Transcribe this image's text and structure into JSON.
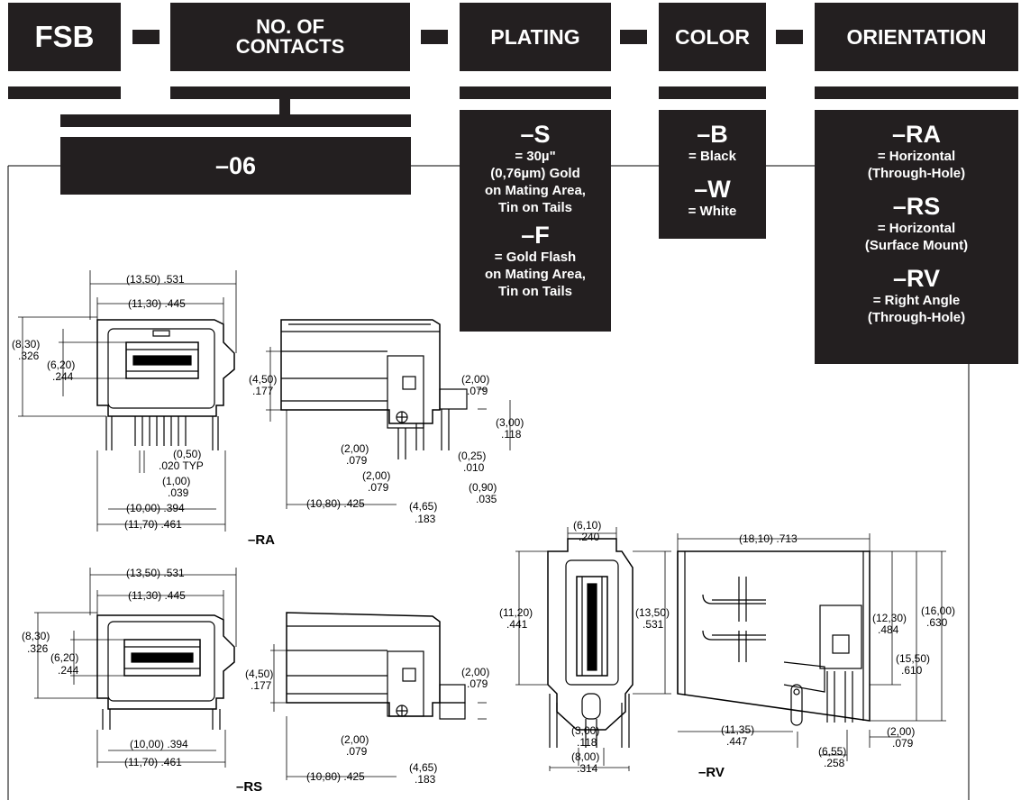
{
  "header": {
    "fsb": "FSB",
    "contacts_line1": "NO. OF",
    "contacts_line2": "CONTACTS",
    "plating": "PLATING",
    "color": "COLOR",
    "orientation": "ORIENTATION"
  },
  "contacts_value": "–06",
  "plating": {
    "s_code": "–S",
    "s_desc": [
      "= 30µ\"",
      "(0,76µm) Gold",
      "on Mating Area,",
      "Tin on Tails"
    ],
    "f_code": "–F",
    "f_desc": [
      "= Gold Flash",
      "on Mating Area,",
      "Tin on Tails"
    ]
  },
  "color": {
    "b_code": "–B",
    "b_desc": "= Black",
    "w_code": "–W",
    "w_desc": "= White"
  },
  "orientation": {
    "ra_code": "–RA",
    "ra_desc": [
      "= Horizontal",
      "(Through-Hole)"
    ],
    "rs_code": "–RS",
    "rs_desc": [
      "= Horizontal",
      "(Surface Mount)"
    ],
    "rv_code": "–RV",
    "rv_desc": [
      "= Right Angle",
      "(Through-Hole)"
    ]
  },
  "view_labels": {
    "ra": "–RA",
    "rs": "–RS",
    "rv": "–RV"
  },
  "dimensions": {
    "ra": [
      "(13,50) .531",
      "(11,30) .445",
      "(8,30)",
      ".326",
      "(6,20)",
      ".244",
      "(0,50)",
      ".020 TYP",
      "(1,00)",
      ".039",
      "(10,00) .394",
      "(11,70) .461",
      "(4,50)",
      ".177",
      "(2,00)",
      ".079",
      "(3,00)",
      ".118",
      "(2,00)",
      ".079",
      "(0,25)",
      ".010",
      "(2,00)",
      ".079",
      "(0,90)",
      ".035",
      "(10,80) .425",
      "(4,65)",
      ".183"
    ],
    "rs": [
      "(13,50) .531",
      "(11,30) .445",
      "(8,30)",
      ".326",
      "(6,20)",
      ".244",
      "(10,00) .394",
      "(11,70) .461",
      "(4,50)",
      ".177",
      "(2,00)",
      ".079",
      "(2,00)",
      ".079",
      "(10,80) .425",
      "(4,65)",
      ".183"
    ],
    "rv": [
      "(6,10)",
      ".240",
      "(11,20)",
      ".441",
      "(13,50)",
      ".531",
      "(3,00)",
      ".118",
      "(8,00)",
      ".314",
      "(18,10) .713",
      "(12,30)",
      ".484",
      "(16,00)",
      ".630",
      "(15,50)",
      ".610",
      "(11,35)",
      ".447",
      "(6,55)",
      ".258",
      "(2,00)",
      ".079"
    ]
  }
}
